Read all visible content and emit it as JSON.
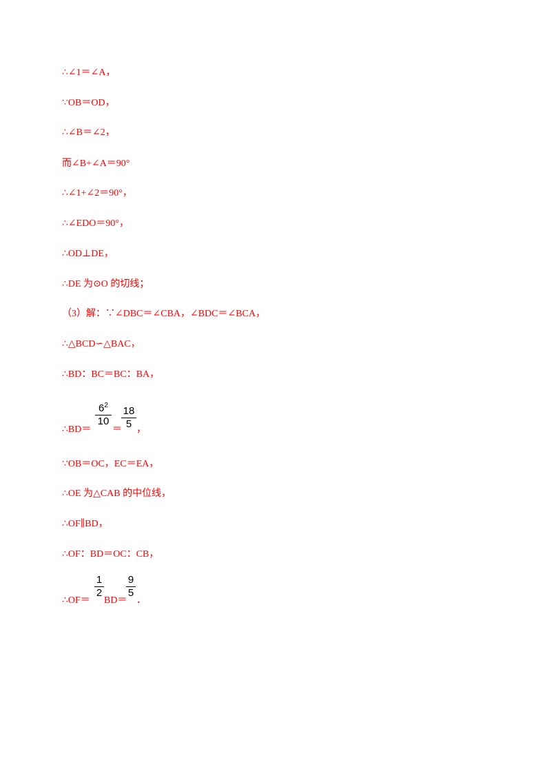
{
  "lines": [
    "∴∠1＝∠A，",
    "∵OB＝OD，",
    "∴∠B＝∠2，",
    "而∠B+∠A＝90°",
    "∴∠1+∠2＝90°，",
    "∴∠EDO＝90°，",
    "∴OD⊥DE，",
    "∴DE 为⊙O 的切线；",
    "（3）解：∵∠DBC＝∠CBA，∠BDC＝∠BCA，",
    "∴△BCD∽△BAC，",
    "∴BD：BC＝BC：BA，",
    "∵OB＝OC，EC＝EA，",
    "∴OE 为△CAB 的中位线，",
    "∴OF∥BD，",
    "∴OF：BD＝OC：CB，"
  ],
  "eq1": {
    "prefix": "∴BD＝",
    "frac1_num_base": "6",
    "frac1_num_exp": "2",
    "frac1_den": "10",
    "equals": "＝",
    "frac2_num": "18",
    "frac2_den": "5",
    "suffix": "，"
  },
  "eq2": {
    "prefix": "∴OF＝",
    "frac1_num": "1",
    "frac1_den": "2",
    "mid": "BD＝",
    "frac2_num": "9",
    "frac2_den": "5",
    "suffix": "．"
  }
}
